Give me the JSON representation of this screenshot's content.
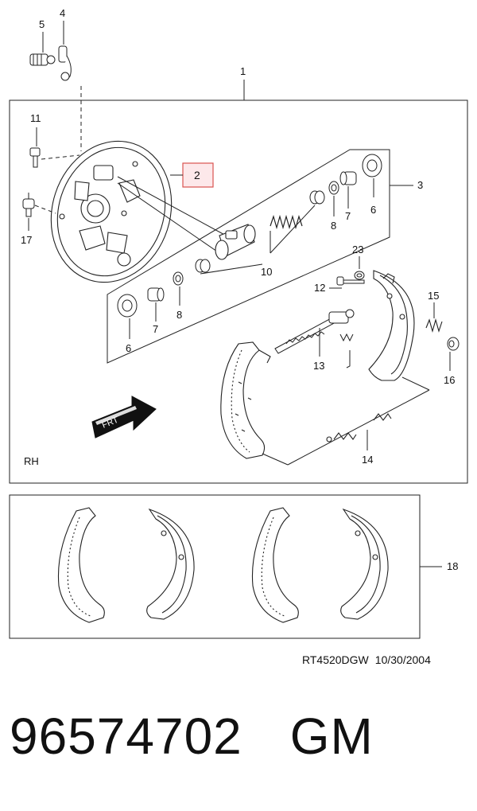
{
  "side_label": "RH",
  "direction_label": "FRT",
  "callouts": {
    "c1": "1",
    "c2": "2",
    "c3": "3",
    "c4": "4",
    "c5": "5",
    "c6a": "6",
    "c6b": "6",
    "c7a": "7",
    "c7b": "7",
    "c8a": "8",
    "c8b": "8",
    "c10": "10",
    "c11": "11",
    "c12": "12",
    "c13": "13",
    "c14": "14",
    "c15": "15",
    "c16": "16",
    "c17": "17",
    "c18": "18",
    "c23": "23"
  },
  "highlight_color": "#d9534f",
  "highlight_fill": "#fde8ea",
  "drawing_ref": "RT4520DGW",
  "drawing_date": "10/30/2004",
  "part_number": "96574702",
  "brand": "GM"
}
